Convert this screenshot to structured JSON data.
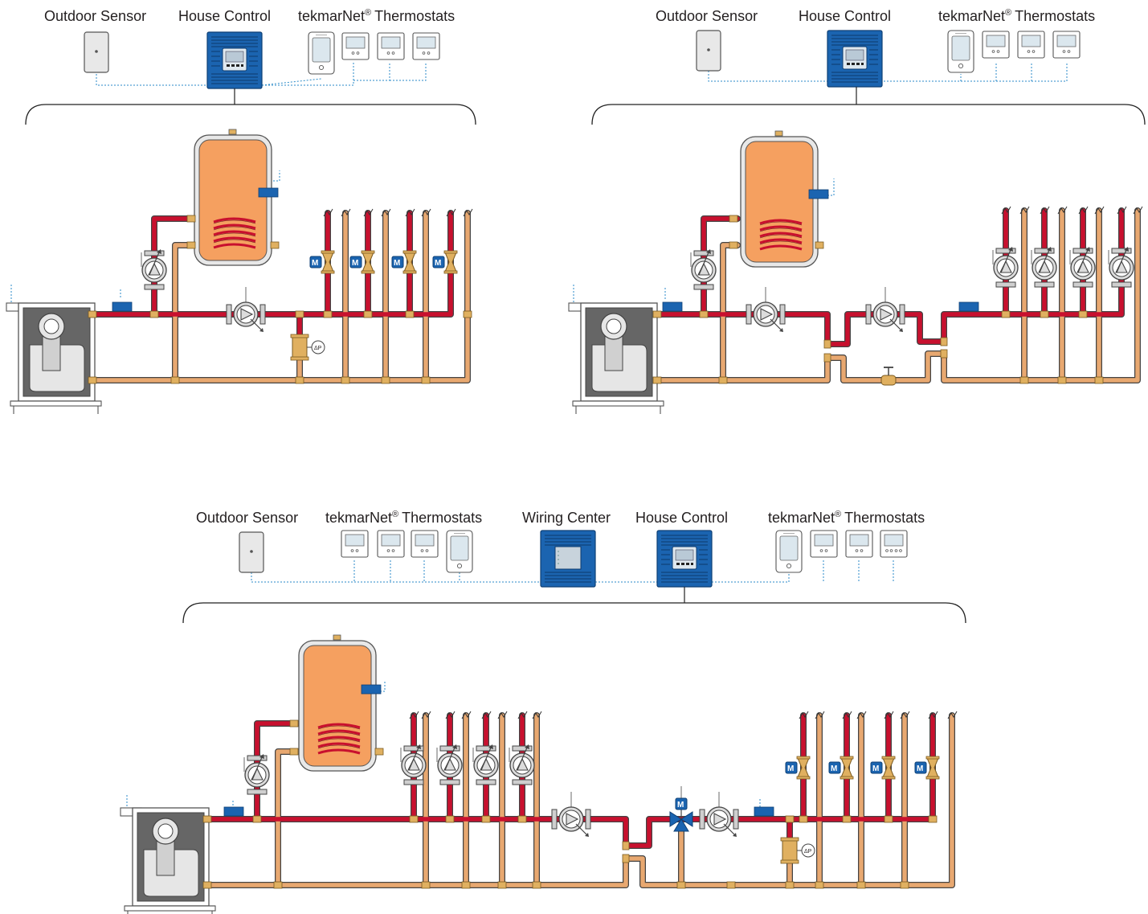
{
  "colors": {
    "supply_pipe": "#c8102e",
    "return_pipe": "#e8a870",
    "control_blue": "#1b64b0",
    "tank_fill": "#f5a060",
    "fitting": "#e0b060",
    "wire": "#2a8ac8"
  },
  "panels": [
    {
      "labels": {
        "outdoor_sensor": "Outdoor Sensor",
        "house_control": "House Control",
        "thermostats_brand": "tekmarNet",
        "thermostats_mark": "®",
        "thermostats_word": "Thermostats"
      },
      "zone_valves": [
        "M",
        "M",
        "M",
        "M"
      ],
      "bypass_label": "ΔP"
    },
    {
      "labels": {
        "outdoor_sensor": "Outdoor Sensor",
        "house_control": "House Control",
        "thermostats_brand": "tekmarNet",
        "thermostats_mark": "®",
        "thermostats_word": "Thermostats"
      }
    },
    {
      "labels": {
        "outdoor_sensor": "Outdoor Sensor",
        "thermostats_left_brand": "tekmarNet",
        "thermostats_left_mark": "®",
        "thermostats_left_word": "Thermostats",
        "wiring_center": "Wiring Center",
        "house_control": "House Control",
        "thermostats_right_brand": "tekmarNet",
        "thermostats_right_mark": "®",
        "thermostats_right_word": "Thermostats"
      },
      "mixing_valve": "M",
      "zone_valves": [
        "M",
        "M",
        "M",
        "M"
      ],
      "bypass_label": "ΔP"
    }
  ]
}
